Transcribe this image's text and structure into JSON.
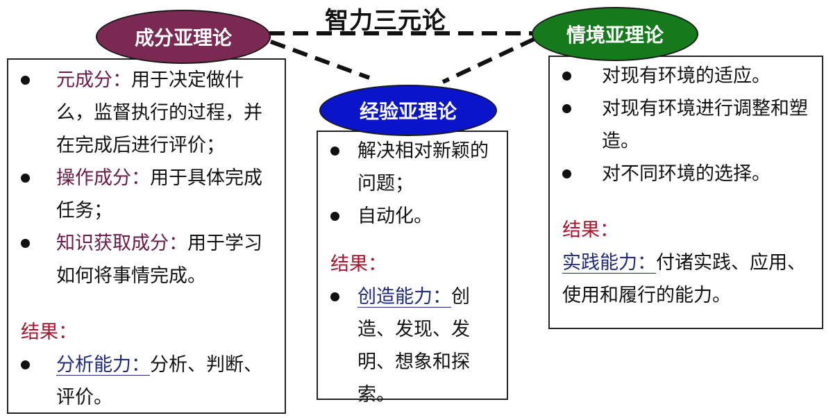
{
  "title": "智力三元论",
  "colors": {
    "componential": "#7a2a52",
    "experiential": "#0a14c8",
    "contextual": "#157a1c",
    "term_maroon": "#6a1a4a",
    "term_navy": "#1e2a7a",
    "result_red": "#a8142c"
  },
  "componential": {
    "label": "成分亚理论",
    "items": [
      {
        "term": "元成分：",
        "text": "用于决定做什么，监督执行的过程，并在完成后进行评价；"
      },
      {
        "term": "操作成分：",
        "text": "用于具体完成任务；"
      },
      {
        "term": "知识获取成分：",
        "text": "用于学习如何将事情完成。"
      }
    ],
    "result_label": "结果：",
    "result_item": {
      "term": "分析能力：",
      "text": "分析、判断、评价。"
    }
  },
  "experiential": {
    "label": "经验亚理论",
    "items": [
      {
        "text": "解决相对新颖的问题；"
      },
      {
        "text": "自动化。"
      }
    ],
    "result_label": "结果：",
    "result_item": {
      "term": "创造能力：",
      "text": "创造、发现、发明、想象和探索。"
    }
  },
  "contextual": {
    "label": "情境亚理论",
    "items": [
      {
        "text": "对现有环境的适应。"
      },
      {
        "text": "对现有环境进行调整和塑造。"
      },
      {
        "text": "对不同环境的选择。"
      }
    ],
    "result_label": "结果：",
    "result_item": {
      "term": "实践能力：",
      "text": "付诸实践、应用、使用和履行的能力。"
    }
  }
}
